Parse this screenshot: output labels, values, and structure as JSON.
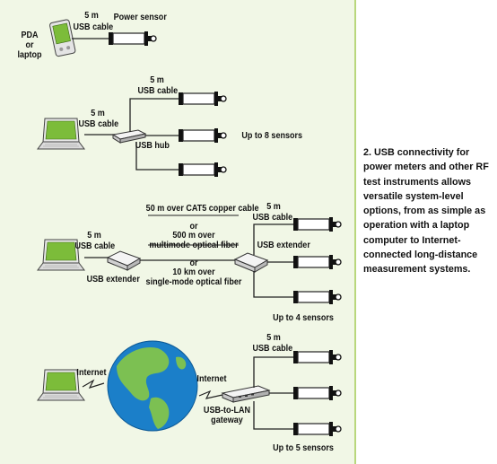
{
  "diagram": {
    "row1": {
      "device_label": "PDA\nor\nlaptop",
      "cable_length": "5 m",
      "cable_label": "USB cable",
      "sensor_label": "Power sensor"
    },
    "row2": {
      "cable1_length": "5 m",
      "cable1_label": "USB cable",
      "cable2_length": "5 m",
      "cable2_label": "USB cable",
      "hub_label": "USB hub",
      "sensors_label": "Up to 8 sensors"
    },
    "row3": {
      "cable_length": "5 m",
      "cable_label": "USB cable",
      "extender1_label": "USB extender",
      "option1": "50 m over CAT5 copper cable",
      "or1": "or",
      "option2": "500 m over\nmultimode optical fiber",
      "or2": "or",
      "option3": "10 km over\nsingle-mode optical fiber",
      "extender2_label": "USB extender",
      "cable2_length": "5 m",
      "cable2_label": "USB cable",
      "sensors_label": "Up to 4 sensors"
    },
    "row4": {
      "internet_left": "Internet",
      "internet_right": "Internet",
      "gateway_label": "USB-to-LAN\ngateway",
      "cable_length": "5 m",
      "cable_label": "USB cable",
      "sensors_label": "Up to 5 sensors"
    }
  },
  "caption": "2. USB connectivity for power meters and other RF test instruments allows versatile system-level options, from as simple as operation with a laptop computer to Internet-connected long-distance measurement systems.",
  "colors": {
    "panel_bg": "#f1f7e6",
    "panel_border": "#b9d77d",
    "screen_green": "#7cbc3a",
    "globe_blue": "#1b7fc9",
    "land_green": "#7cc052"
  }
}
